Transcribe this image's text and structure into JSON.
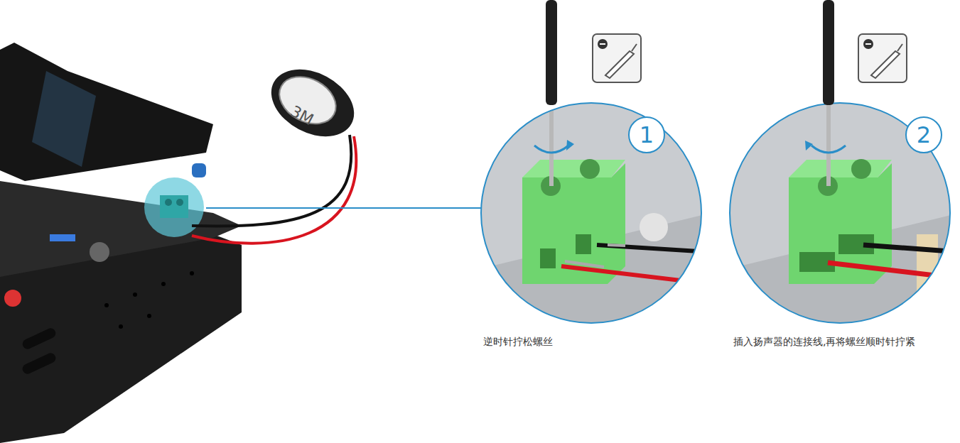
{
  "diagram": {
    "labels": [
      "3M",
      "1",
      "逆时针拧松螺丝",
      "2",
      "插入扬声器的连接线,再将螺丝顺时针拧紧"
    ]
  }
}
